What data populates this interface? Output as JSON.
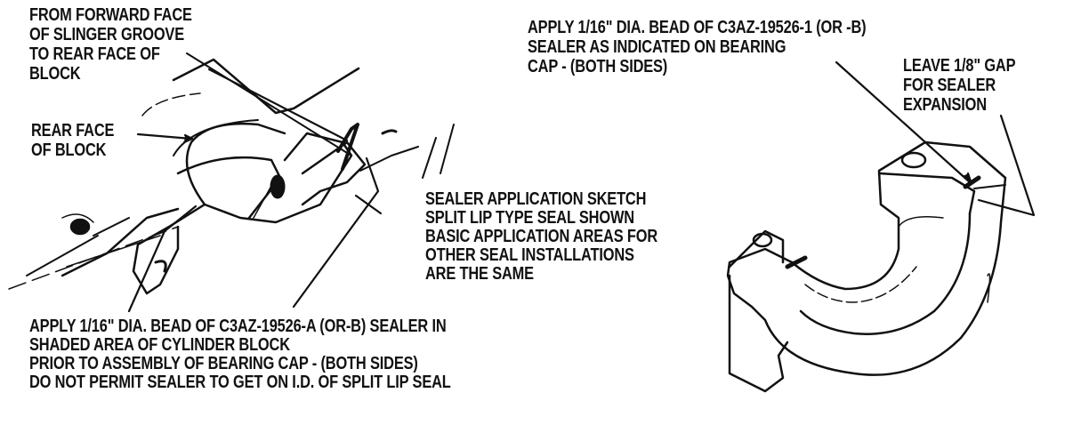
{
  "labels": {
    "forward_face": [
      "FROM  FORWARD FACE",
      "OF SLINGER GROOVE",
      "TO REAR FACE OF",
      "BLOCK"
    ],
    "rear_face": [
      "REAR FACE",
      "OF BLOCK"
    ],
    "sketch_note": [
      "SEALER APPLICATION SKETCH",
      "SPLIT LIP TYPE SEAL SHOWN",
      "BASIC APPLICATION AREAS FOR",
      "OTHER SEAL INSTALLATIONS",
      "ARE THE SAME"
    ],
    "block_instruction": [
      "APPLY 1/16\" DIA. BEAD OF C3AZ-19526-A (OR-B) SEALER IN",
      "SHADED AREA OF CYLINDER BLOCK",
      "PRIOR TO ASSEMBLY OF BEARING CAP - (BOTH SIDES)",
      "DO NOT PERMIT SEALER TO GET ON I.D. OF SPLIT LIP SEAL"
    ],
    "cap_instruction": [
      "APPLY 1/16\" DIA. BEAD OF C3AZ-19526-1 (OR -B)",
      "SEALER AS INDICATED ON BEARING",
      "CAP - (BOTH SIDES)"
    ],
    "gap_note": [
      "LEAVE 1/8\" GAP",
      "FOR SEALER",
      "EXPANSION"
    ]
  },
  "colors": {
    "ink": "#111111",
    "background": "#ffffff"
  }
}
